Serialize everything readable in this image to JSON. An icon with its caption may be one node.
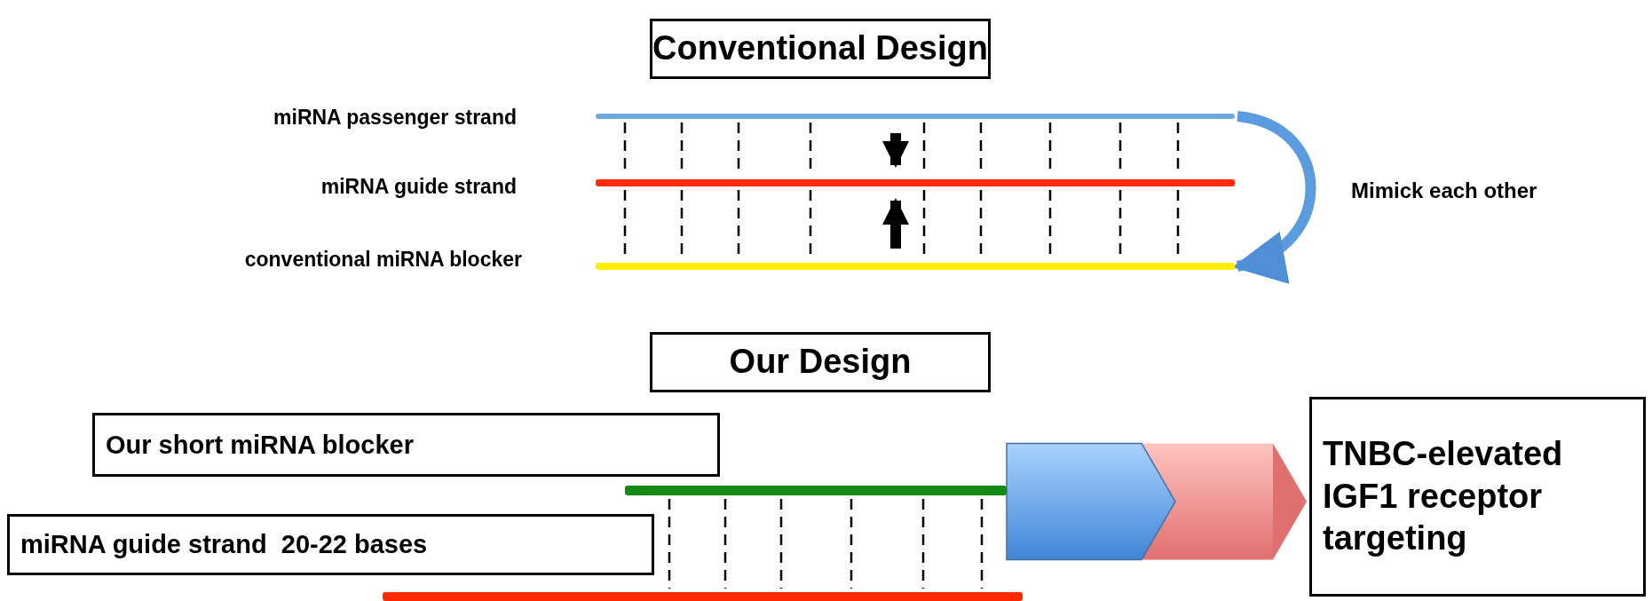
{
  "diagram": {
    "nodes": [
      {
        "text": [
          "Conventional Design"
        ]
      },
      {
        "text": [],
        "shape": "bar",
        "beside": [
          "miRNA passenger strand"
        ]
      },
      {
        "text": [],
        "shape": "bar",
        "beside": [
          "miRNA guide strand"
        ]
      },
      {
        "text": [],
        "shape": "bar",
        "beside": [
          "conventional miRNA blocker"
        ]
      },
      {
        "text": [
          "Our Design"
        ]
      },
      {
        "text": [
          "Our short miRNA blocker"
        ]
      },
      {
        "text": [
          "miRNA guide strand  20-22 bases"
        ]
      },
      {
        "text": [],
        "shape": "bar"
      },
      {
        "text": [],
        "shape": "bar"
      },
      {
        "text": [
          "TNBC-elevated IGF1 receptor targeting"
        ]
      }
    ],
    "edges": [
      {
        "from": 1,
        "to": 3,
        "arrow": "to",
        "label": "Mimick each other",
        "style": "thick",
        "color": "#5b9be0"
      },
      {
        "from": 1,
        "to": 2,
        "arrow": "none",
        "style": "dashed"
      },
      {
        "from": 1,
        "to": 2,
        "arrow": "none",
        "style": "dashed"
      },
      {
        "from": 1,
        "to": 2,
        "arrow": "none",
        "style": "dashed"
      },
      {
        "from": 1,
        "to": 2,
        "arrow": "none",
        "style": "dashed"
      },
      {
        "from": 1,
        "to": 2,
        "arrow": "none",
        "style": "dashed"
      },
      {
        "from": 1,
        "to": 2,
        "arrow": "none",
        "style": "dashed"
      },
      {
        "from": 1,
        "to": 2,
        "arrow": "none",
        "style": "dashed"
      },
      {
        "from": 1,
        "to": 2,
        "arrow": "none",
        "style": "dashed"
      },
      {
        "from": 1,
        "to": 2,
        "arrow": "none",
        "style": "dashed"
      },
      {
        "from": 2,
        "to": 3,
        "arrow": "none",
        "style": "dashed"
      },
      {
        "from": 2,
        "to": 3,
        "arrow": "none",
        "style": "dashed"
      },
      {
        "from": 2,
        "to": 3,
        "arrow": "none",
        "style": "dashed"
      },
      {
        "from": 2,
        "to": 3,
        "arrow": "none",
        "style": "dashed"
      },
      {
        "from": 2,
        "to": 3,
        "arrow": "none",
        "style": "dashed"
      },
      {
        "from": 2,
        "to": 3,
        "arrow": "none",
        "style": "dashed"
      },
      {
        "from": 2,
        "to": 3,
        "arrow": "none",
        "style": "dashed"
      },
      {
        "from": 2,
        "to": 3,
        "arrow": "none",
        "style": "dashed"
      },
      {
        "from": 2,
        "to": 3,
        "arrow": "none",
        "style": "dashed"
      },
      {
        "from": 1,
        "to": 2,
        "arrow": "to",
        "style": "thick"
      },
      {
        "from": 3,
        "to": 2,
        "arrow": "to",
        "style": "thick"
      },
      {
        "from": 7,
        "to": 8,
        "arrow": "none",
        "style": "dashed"
      },
      {
        "from": 7,
        "to": 8,
        "arrow": "none",
        "style": "dashed"
      },
      {
        "from": 7,
        "to": 8,
        "arrow": "none",
        "style": "dashed"
      },
      {
        "from": 7,
        "to": 8,
        "arrow": "none",
        "style": "dashed"
      },
      {
        "from": 7,
        "to": 8,
        "arrow": "none",
        "style": "dashed"
      },
      {
        "from": 7,
        "to": 8,
        "arrow": "none",
        "style": "dashed"
      },
      {
        "from": 7,
        "to": 9,
        "arrow": "to",
        "style": "thick",
        "color": "#e07070"
      }
    ]
  }
}
